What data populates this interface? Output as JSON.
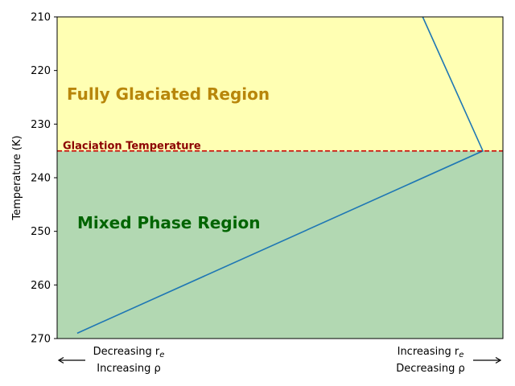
{
  "chart_data": {
    "type": "line",
    "ylabel": "Temperature (K)",
    "xlabel": "",
    "title": "",
    "y_inverted": true,
    "ylim": [
      270,
      210
    ],
    "xlim": [
      0,
      1
    ],
    "yticks": [
      210,
      220,
      230,
      240,
      250,
      260,
      270
    ],
    "x_ticks_visible": false,
    "grid": false,
    "regions": [
      {
        "name": "Fully Glaciated Region",
        "y_range": [
          210,
          235
        ],
        "color": "#ffffb3",
        "label_color": "#b8860b"
      },
      {
        "name": "Mixed Phase Region",
        "y_range": [
          235,
          270
        ],
        "color": "#b2d8b2",
        "label_color": "#006400"
      }
    ],
    "threshold": {
      "label": "Glaciation Temperature",
      "y": 235,
      "color": "#cc0000",
      "label_color": "#8b0000"
    },
    "series": [
      {
        "color": "#1f77b4",
        "points": [
          {
            "x": 0.045,
            "y": 269
          },
          {
            "x": 0.955,
            "y": 235
          },
          {
            "x": 0.82,
            "y": 210
          }
        ]
      }
    ],
    "annotations": {
      "left": {
        "line1": "Decreasing r",
        "line1_sub": "e",
        "line2": "Increasing ρ"
      },
      "right": {
        "line1": "Increasing r",
        "line1_sub": "e",
        "line2": "Decreasing ρ"
      }
    }
  }
}
